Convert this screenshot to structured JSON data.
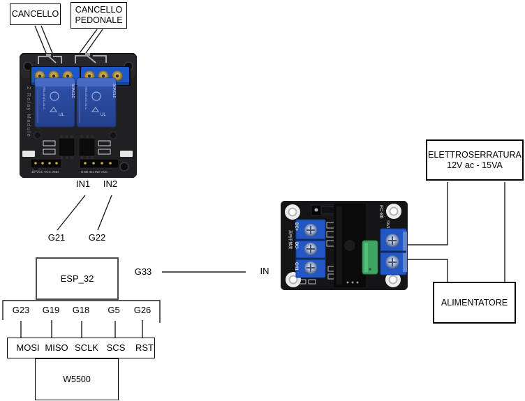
{
  "boxes": {
    "cancello": {
      "label": "CANCELLO"
    },
    "cancello_pedonale": {
      "line1": "CANCELLO",
      "line2": "PEDONALE"
    },
    "esp32": {
      "label": "ESP_32"
    },
    "w5500": {
      "label": "W5500"
    },
    "elettroserratura": {
      "line1": "ELETTROSERRATURA",
      "line2": "12V ac - 15VA"
    },
    "alimentatore": {
      "label": "ALIMENTATORE"
    }
  },
  "wire_labels": {
    "in1": "IN1",
    "in2": "IN2",
    "g21": "G21",
    "g22": "G22",
    "g33": "G33",
    "in": "IN"
  },
  "esp_pins": [
    "G23",
    "G19",
    "G18",
    "G5",
    "G26"
  ],
  "spi_pins": [
    "MOSI",
    "MISO",
    "SCLK",
    "SCS",
    "RST"
  ],
  "relay2_module": {
    "side_text": "2 Relay Module",
    "relay_brand": "SONGLE",
    "relay_model": "SRD-05VDC-SL-C",
    "header_left_label": "JD-VCC VCC GND",
    "header_right_label": "GND IN1 IN2 VCC"
  },
  "ssr_module": {
    "board_text": "FC-86",
    "switch_label": "SW1",
    "terminal_label_1": "DC+",
    "terminal_label_2": "DC-",
    "terminal_label_3": "CH1",
    "cn_text": "高电平触发"
  },
  "colors": {
    "wire": "#1c1c1c",
    "board_dark": "#202023",
    "terminal_blue": "#1d56c8",
    "relay_blue": "#2c4da4",
    "ssr_green": "#3da663",
    "brass": "#c9a84c"
  }
}
